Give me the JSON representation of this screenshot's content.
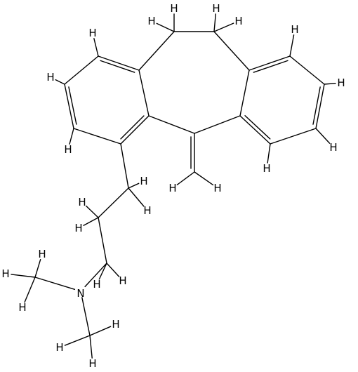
{
  "diagram": {
    "type": "skeletal-structural-formula",
    "line_color": "#000000",
    "background": "#ffffff",
    "atoms": [
      {
        "id": "c1",
        "element": "C"
      },
      {
        "id": "c2",
        "element": "C"
      },
      {
        "id": "c3",
        "element": "C"
      },
      {
        "id": "c4",
        "element": "C"
      },
      {
        "id": "c5",
        "element": "C"
      },
      {
        "id": "c6",
        "element": "C"
      },
      {
        "id": "c7",
        "element": "C"
      },
      {
        "id": "c8",
        "element": "C"
      },
      {
        "id": "c9",
        "element": "C"
      },
      {
        "id": "c10",
        "element": "C"
      },
      {
        "id": "c11",
        "element": "C"
      },
      {
        "id": "c12",
        "element": "C"
      },
      {
        "id": "c13",
        "element": "C"
      },
      {
        "id": "c14",
        "element": "C"
      },
      {
        "id": "c15",
        "element": "C"
      },
      {
        "id": "c16",
        "element": "C"
      },
      {
        "id": "c17",
        "element": "C"
      },
      {
        "id": "c18",
        "element": "C"
      },
      {
        "id": "c19",
        "element": "C"
      },
      {
        "id": "c20",
        "element": "C"
      },
      {
        "id": "c21",
        "element": "C"
      },
      {
        "id": "n1",
        "element": "N"
      },
      {
        "id": "c22",
        "element": "C"
      },
      {
        "id": "c23",
        "element": "C"
      }
    ],
    "bonds": [
      {
        "a": "c1",
        "b": "c2",
        "order": 2
      },
      {
        "a": "c2",
        "b": "c3",
        "order": 1
      },
      {
        "a": "c3",
        "b": "c4",
        "order": 2
      },
      {
        "a": "c4",
        "b": "c5",
        "order": 1
      },
      {
        "a": "c5",
        "b": "c6",
        "order": 2
      },
      {
        "a": "c6",
        "b": "c1",
        "order": 1
      },
      {
        "a": "c6",
        "b": "c7",
        "order": 1
      },
      {
        "a": "c7",
        "b": "c8",
        "order": 1
      },
      {
        "a": "c8",
        "b": "c9",
        "order": 1
      },
      {
        "a": "c9",
        "b": "c10",
        "order": 2
      },
      {
        "a": "c10",
        "b": "c11",
        "order": 1
      },
      {
        "a": "c11",
        "b": "c12",
        "order": 2
      },
      {
        "a": "c12",
        "b": "c13",
        "order": 1
      },
      {
        "a": "c13",
        "b": "c14",
        "order": 2
      },
      {
        "a": "c14",
        "b": "c9",
        "order": 1
      },
      {
        "a": "c14",
        "b": "c15",
        "order": 1
      },
      {
        "a": "c15",
        "b": "c1",
        "order": 1
      },
      {
        "a": "c15",
        "b": "c16",
        "order": 2
      },
      {
        "a": "c2",
        "b": "c17",
        "order": 1
      },
      {
        "a": "c17",
        "b": "c18",
        "order": 1
      },
      {
        "a": "c18",
        "b": "c19",
        "order": 1
      },
      {
        "a": "c19",
        "b": "n1",
        "order": 1
      },
      {
        "a": "n1",
        "b": "c22",
        "order": 1
      },
      {
        "a": "n1",
        "b": "c23",
        "order": 1
      }
    ],
    "hydrogens": [
      {
        "attached_to": "c3",
        "label": "H"
      },
      {
        "attached_to": "c4",
        "label": "H"
      },
      {
        "attached_to": "c5",
        "label": "H"
      },
      {
        "attached_to": "c7",
        "label": "H"
      },
      {
        "attached_to": "c7",
        "label": "H"
      },
      {
        "attached_to": "c8",
        "label": "H"
      },
      {
        "attached_to": "c8",
        "label": "H"
      },
      {
        "attached_to": "c10",
        "label": "H"
      },
      {
        "attached_to": "c11",
        "label": "H"
      },
      {
        "attached_to": "c12",
        "label": "H"
      },
      {
        "attached_to": "c13",
        "label": "H"
      },
      {
        "attached_to": "c16",
        "label": "H"
      },
      {
        "attached_to": "c16",
        "label": "H"
      },
      {
        "attached_to": "c17",
        "label": "H"
      },
      {
        "attached_to": "c17",
        "label": "H"
      },
      {
        "attached_to": "c18",
        "label": "H"
      },
      {
        "attached_to": "c18",
        "label": "H"
      },
      {
        "attached_to": "c19",
        "label": "H"
      },
      {
        "attached_to": "c19",
        "label": "H"
      },
      {
        "attached_to": "c22",
        "label": "H"
      },
      {
        "attached_to": "c22",
        "label": "H"
      },
      {
        "attached_to": "c22",
        "label": "H"
      },
      {
        "attached_to": "c23",
        "label": "H"
      },
      {
        "attached_to": "c23",
        "label": "H"
      },
      {
        "attached_to": "c23",
        "label": "H"
      }
    ],
    "heteroatom_labels": [
      {
        "atom": "n1",
        "label": "N"
      }
    ]
  }
}
